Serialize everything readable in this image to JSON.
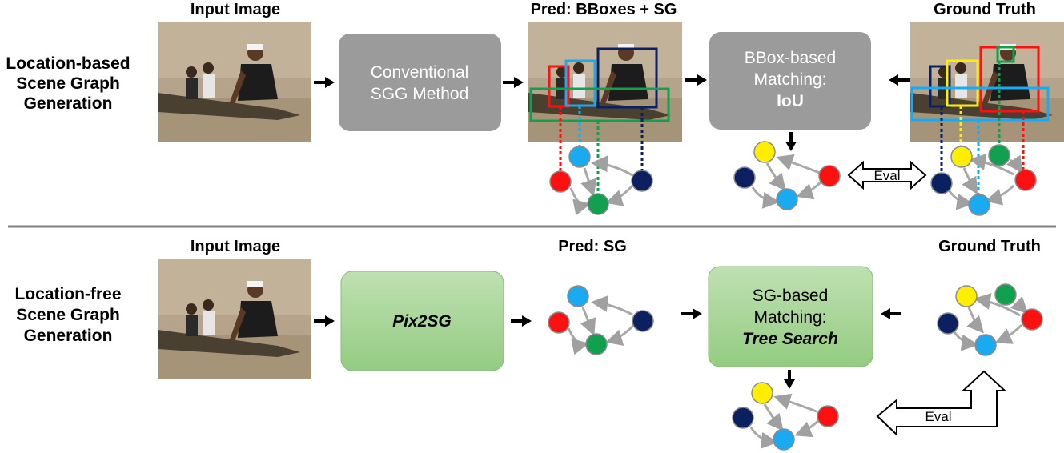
{
  "top_section": {
    "row_label": [
      "Location-based",
      "Scene Graph",
      "Generation"
    ],
    "input_title": "Input Image",
    "method_box": [
      "Conventional",
      "SGG Method"
    ],
    "pred_title": "Pred: BBoxes + SG",
    "matching_box": [
      "BBox-based",
      "Matching:",
      "IoU"
    ],
    "eval_label": "Eval",
    "gt_title": "Ground Truth"
  },
  "bottom_section": {
    "row_label": [
      "Location-free",
      "Scene Graph",
      "Generation"
    ],
    "input_title": "Input Image",
    "method_box": "Pix2SG",
    "pred_title": "Pred: SG",
    "matching_box": [
      "SG-based",
      "Matching:",
      "Tree Search"
    ],
    "eval_label": "Eval",
    "gt_title": "Ground Truth"
  },
  "colors": {
    "gray_box": "#9b9b9b",
    "green_box": "#a8d59a",
    "node_red": "#ff1010",
    "node_blue": "#1aaaf0",
    "node_green": "#10a050",
    "node_navy": "#0a2060",
    "node_yellow": "#ffee00",
    "edge_gray": "#a8a8a8"
  }
}
